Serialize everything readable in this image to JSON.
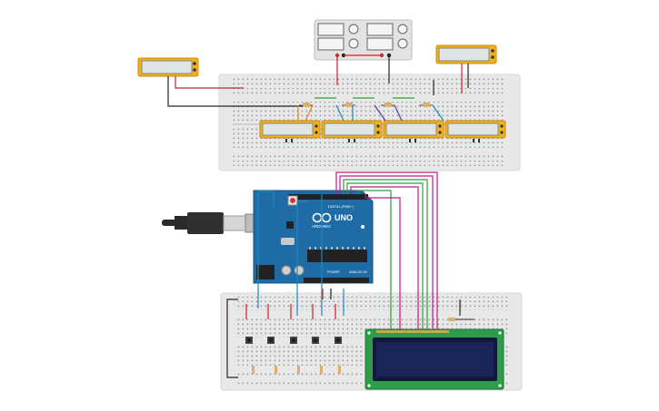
{
  "colors": {
    "breadboard": "#e8e8e8",
    "arduino": "#1f6ba5",
    "meter_frame": "#f1b11d",
    "meter_screen": "#dfe4e4",
    "lcd_board": "#2e9c4a",
    "lcd_screen": "#1a2457",
    "wire_red": "#d42020",
    "wire_black": "#262626",
    "wire_blue": "#1a8cc0",
    "wire_green": "#2e9e3a",
    "wire_magenta": "#c2188a",
    "wire_purple": "#5a3b9c",
    "wire_orange": "#e08a12"
  },
  "power_supply": {
    "icon": "power-supply-icon",
    "voltage_readout": "",
    "current_readout": ""
  },
  "arduino": {
    "brand": "ARDUINO",
    "model": "UNO",
    "digital_label": "DIGITAL (PWM~)",
    "power_label": "POWER",
    "analog_label": "ANALOG IN",
    "usb_icon": "usb-plug-icon"
  },
  "buttons": {
    "count": 5,
    "icon": "push-button-icon"
  },
  "meters": {
    "count": 6,
    "icon": "multimeter-icon"
  },
  "lcd": {
    "icon": "lcd-16x2-icon",
    "rows": 2,
    "cols": 16
  }
}
